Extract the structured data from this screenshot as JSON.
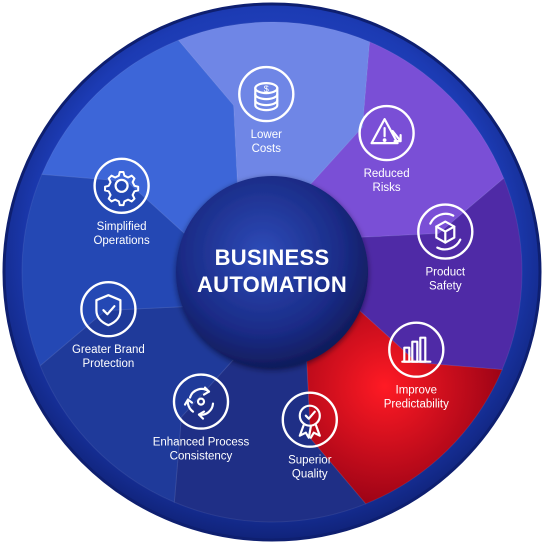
{
  "center": {
    "line1": "BUSINESS",
    "line2": "AUTOMATION"
  },
  "segments": [
    {
      "label_lines": [
        "Lower",
        "Costs"
      ],
      "icon": "coins-icon",
      "color": "#6f86e6"
    },
    {
      "label_lines": [
        "Reduced",
        "Risks"
      ],
      "icon": "warning-triangle-icon",
      "color": "#7a4fd6"
    },
    {
      "label_lines": [
        "Product",
        "Safety"
      ],
      "icon": "box-cycle-icon",
      "color": "#4f2aa6"
    },
    {
      "label_lines": [
        "Improve",
        "Predictability"
      ],
      "icon": "bar-chart-icon",
      "color": "#d3091c"
    },
    {
      "label_lines": [
        "Superior",
        "Quality"
      ],
      "icon": "award-badge-icon",
      "color": "#1f2f86"
    },
    {
      "label_lines": [
        "Enhanced Process",
        "Consistency"
      ],
      "icon": "cycle-arrows-icon",
      "color": "#1f3a9a"
    },
    {
      "label_lines": [
        "Greater Brand",
        "Protection"
      ],
      "icon": "shield-check-icon",
      "color": "#2448b4"
    },
    {
      "label_lines": [
        "Simplified",
        "Operations"
      ],
      "icon": "gear-icon",
      "color": "#3d66d8"
    }
  ],
  "colors": {
    "outer_ring": "#1a35a8",
    "center_disc": "#1b2f8c",
    "text": "#ffffff"
  }
}
